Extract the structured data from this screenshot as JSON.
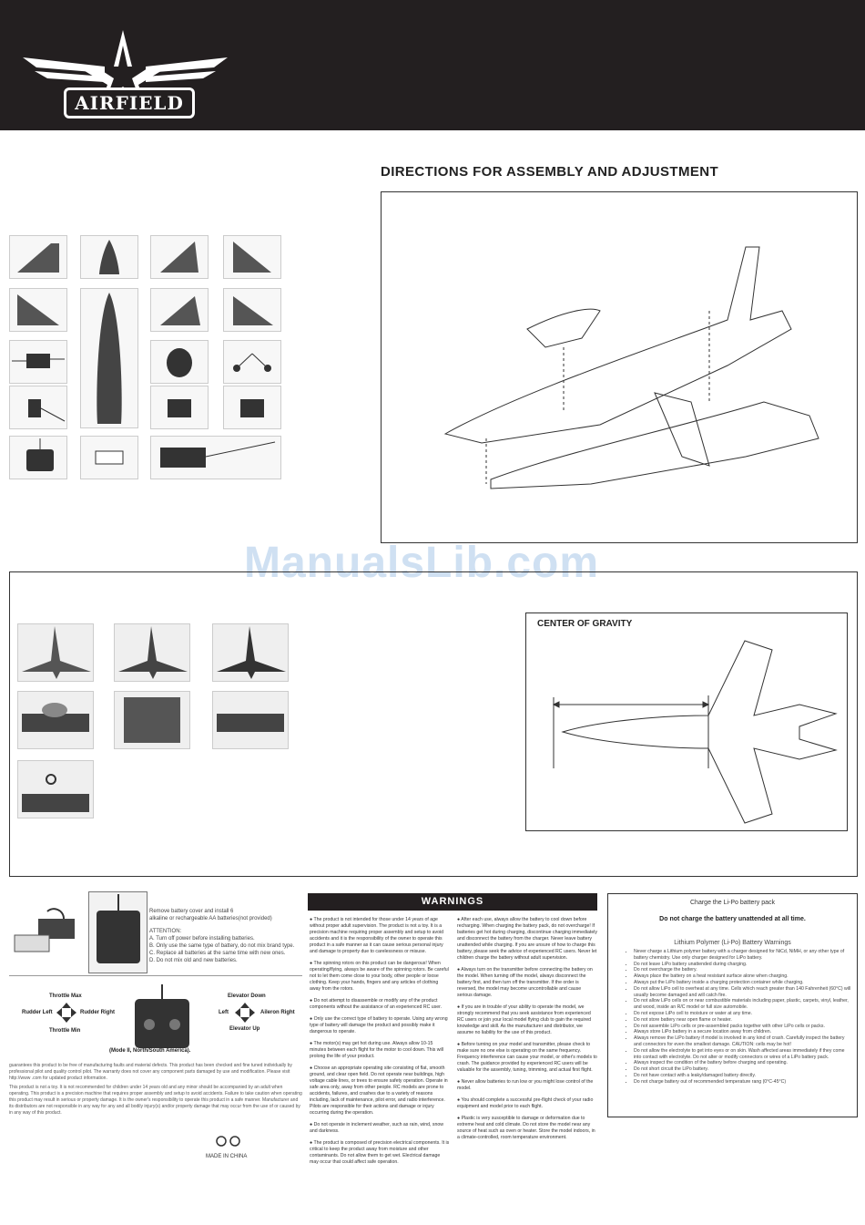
{
  "header": {
    "brand": "AIRFIELD"
  },
  "assembly": {
    "title": "DIRECTIONS FOR ASSEMBLY AND ADJUSTMENT"
  },
  "watermark": "ManualsLib.com",
  "cg": {
    "title": "CENTER OF GRAVITY"
  },
  "battery_install": {
    "lines": [
      "Remove battery cover and install 6",
      "alkaline or rechargeable AA batteries(not provided)",
      "ATTENTION:",
      "A. Turn off power before installing batteries.",
      "B. Only use the same type of battery, do not mix brand type.",
      "C. Replace all batteries at the same time with new ones.",
      "D. Do not mix old and new batteries."
    ]
  },
  "controller": {
    "throttle_max": "Throttle Max",
    "throttle_min": "Throttle Min",
    "rudder_left": "Rudder Left",
    "rudder_right": "Rudder Right",
    "elevator_down": "Elevator Down",
    "elevator_up": "Elevator Up",
    "left": "Left",
    "aileron_right": "Aileron Right",
    "mode": "(Mode II, North/South America)."
  },
  "warranty": {
    "p1": "guarantees this product to be free of manufacturing faults and material defects. This product has been checked and fine tuned individually by professional pilot and quality control pilot. The warranty does not cover any component parts damaged by use and modification. Please visit http://www                    .com for updated product information.",
    "p2": "This product is not a toy. It is not recommended for children under 14 years old and any minor should be accompanied by an adult when operating. This product is a precision machine that requires proper assembly and setup to avoid accidents. Failure to take caution when operating this product may result in serious or property damage. It is the owner's responsibility to operate this product in a safe manner. Manufacturer and its distributors are not responsible in any way for any and all bodily injury(s) and/or property damage that may occur from the use of or caused by in any way of this product."
  },
  "made_in": "MADE IN CHINA",
  "warnings": {
    "title": "WARNINGS",
    "col1": [
      "● The product is not intended for those under 14 years of age without proper adult supervision. The product is not a toy. It is a precision machine requiring proper assembly and setup to avoid accidents and it is the responsibility of the owner to operate this product in a safe manner as it can cause serious personal injury and damage to property due to carelessness or misuse.",
      "● The spinning rotors on this product can be dangerous! When operating/flying, always be aware of the spinning rotors. Be careful not to let them come close to your body, other people or loose clothing. Keep your hands, fingers and any articles of clothing away from the rotors.",
      "● Do not attempt to disassemble or modify any of the product components without the assistance of an experienced RC user.",
      "● Only use the correct type of battery to operate. Using any wrong type of battery will damage the product and possibly make it dangerous to operate.",
      "● The motor(s) may get hot during use. Always allow 10-15 minutes between each flight for the motor to cool down. This will prolong the life of your product.",
      "● Choose an appropriate operating site consisting of flat, smooth ground, and clear open field. Do not operate near buildings, high voltage cable lines, or trees to ensure safety operation. Operate in safe area only, away from other people. RC models are prone to accidents, failures, and crashes due to a variety of reasons including, lack of maintenance, pilot error, and radio interference. Pilots are responsible for their actions and damage or injury occurring during the operation.",
      "● Do not operate in inclement weather, such as rain, wind, snow and darkness.",
      "● The product is composed of precision electrical components. It is critical to keep the product away from moisture and other contaminants. Do not allow them to get wet. Electrical damage may occur that could affect safe operation."
    ],
    "col2": [
      "● After each use, always allow the battery to cool down before recharging. When charging the battery pack, do not overcharge! If batteries get hot during charging, discontinue charging immediately and disconnect the battery from the charger. Never leave battery unattended while charging. If you are unsure of how to charge this battery, please seek the advice of experienced RC users. Never let children charge the battery without adult supervision.",
      "● Always turn on the transmitter before connecting the battery on the model. When turning off the model, always disconnect the battery first, and then turn off the transmitter. If the order is reversed, the model may become uncontrollable and cause serious damage.",
      "● If you are in trouble of your ability to operate the model, we strongly recommend that you seek assistance from experienced RC users or join your local model flying club to gain the required knowledge and skill. As the manufacturer and distributor, we assume no liability for the use of this product.",
      "● Before turning on your model and transmitter, please check to make sure no one else is operating on the same frequency. Frequency interference can cause your model, or other's models to crash. The guidance provided by experienced RC users will be valuable for the assembly, tuning, trimming, and actual first flight.",
      "● Never allow batteries to run low or you might lose control of the model.",
      "● You should complete a successful pre-flight check of your radio equipment and model prior to each flight.",
      "● Plastic is very susceptible to damage or deformation due to extreme heat and cold climate. Do not store the model near any source of heat such as oven or heater. Store the model indoors, in a climate-controlled, room temperature environment."
    ]
  },
  "lipo": {
    "charge": "Charge the Li-Po battery pack",
    "unattended": "Do not charge the battery unattended at all time.",
    "title": "Lithium Polymer (Li-Po) Battery Warnings",
    "items": [
      "Never charge a Lithium polymer battery with a charger designed for NiCd, NiMH, or any other type of battery chemistry. Use only charger designed for LiPo battery.",
      "Do not leave LiPo battery unattended during charging.",
      "Do not overcharge the battery.",
      "Always place the battery on a heat resistant surface alone when charging.",
      "Always put the LiPo battery inside a charging protection container while charging.",
      "Do not allow LiPo cell to overheat at any time. Cells which reach greater than 140 Fahrenheit (60°C) will usually become damaged and will catch fire.",
      "Do not allow LiPo cells on or near combustible materials including paper, plastic, carpets, vinyl, leather, and wood, inside an R/C model or full size automobile.",
      "Do not expose LiPo cell to moisture or water at any time.",
      "Do not store battery near open flame or heater.",
      "Do not assemble LiPo cells or pre-assembled packs together with other LiPo cells or packs.",
      "Always store LiPo battery in a secure location away from children.",
      "Always remove the LiPo battery if model is involved in any kind of crash. Carefully inspect the battery and connectors for even the smallest damage. CAUTION: cells may be hot!",
      "Do not allow the electrolyte to get into eyes or on skin. Wash affected areas immediately if they come into contact with electrolyte. Do not alter or modify connectors or wires of a LiPo battery pack.",
      "Always inspect the condition of the battery before charging and operating.",
      "Do not short circuit the LiPo battery.",
      "Do not have contact with a leaky/damaged battery directly.",
      "Do not charge battery out of recommended temperature rang (0°C-45°C)"
    ]
  }
}
